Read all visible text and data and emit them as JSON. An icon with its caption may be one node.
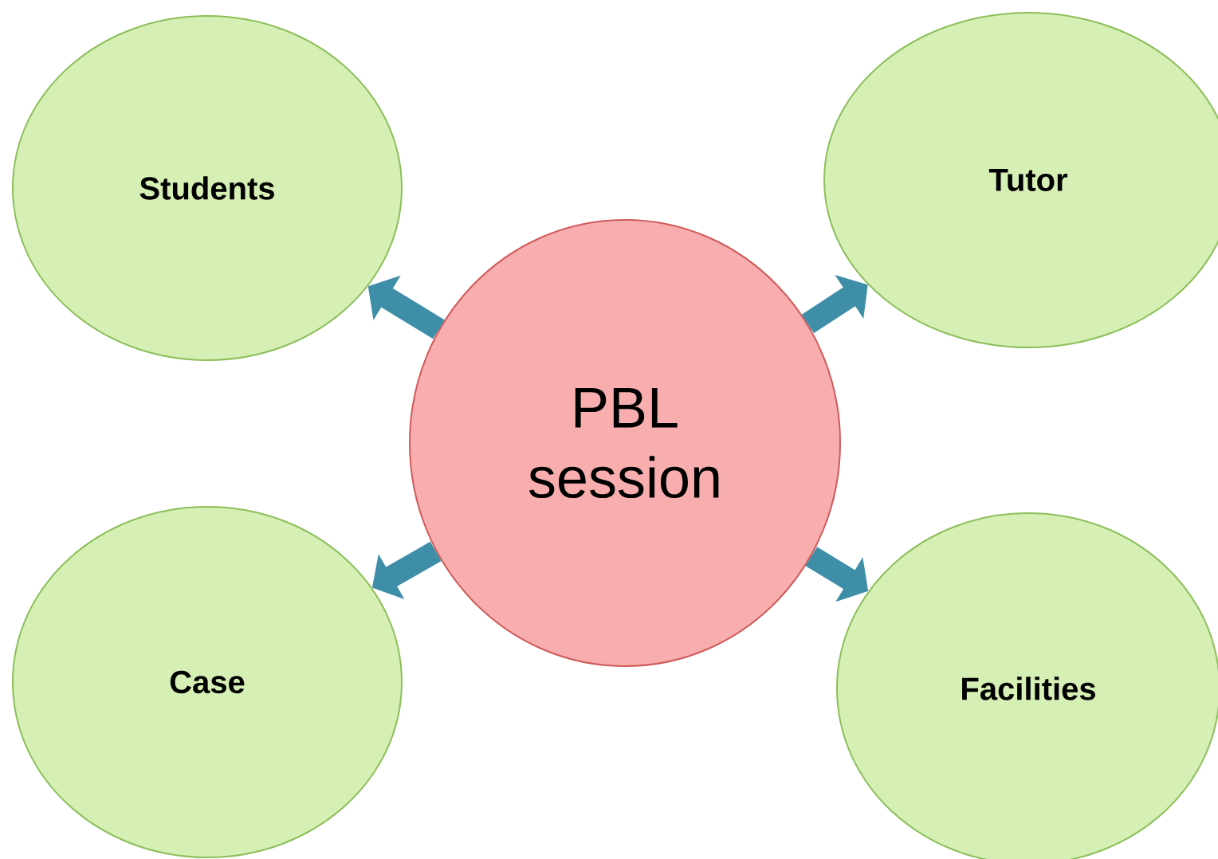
{
  "diagram": {
    "nodes": [
      {
        "text": [
          "Students"
        ]
      },
      {
        "text": [
          "Tutor"
        ]
      },
      {
        "text": [
          "PBL session"
        ]
      },
      {
        "text": [
          "Case"
        ]
      },
      {
        "text": [
          "Facilities"
        ]
      }
    ],
    "edges": [
      {
        "from": 2,
        "to": 0,
        "arrow": "to"
      },
      {
        "from": 2,
        "to": 1,
        "arrow": "to"
      },
      {
        "from": 2,
        "to": 3,
        "arrow": "to"
      },
      {
        "from": 2,
        "to": 4,
        "arrow": "to"
      }
    ]
  }
}
